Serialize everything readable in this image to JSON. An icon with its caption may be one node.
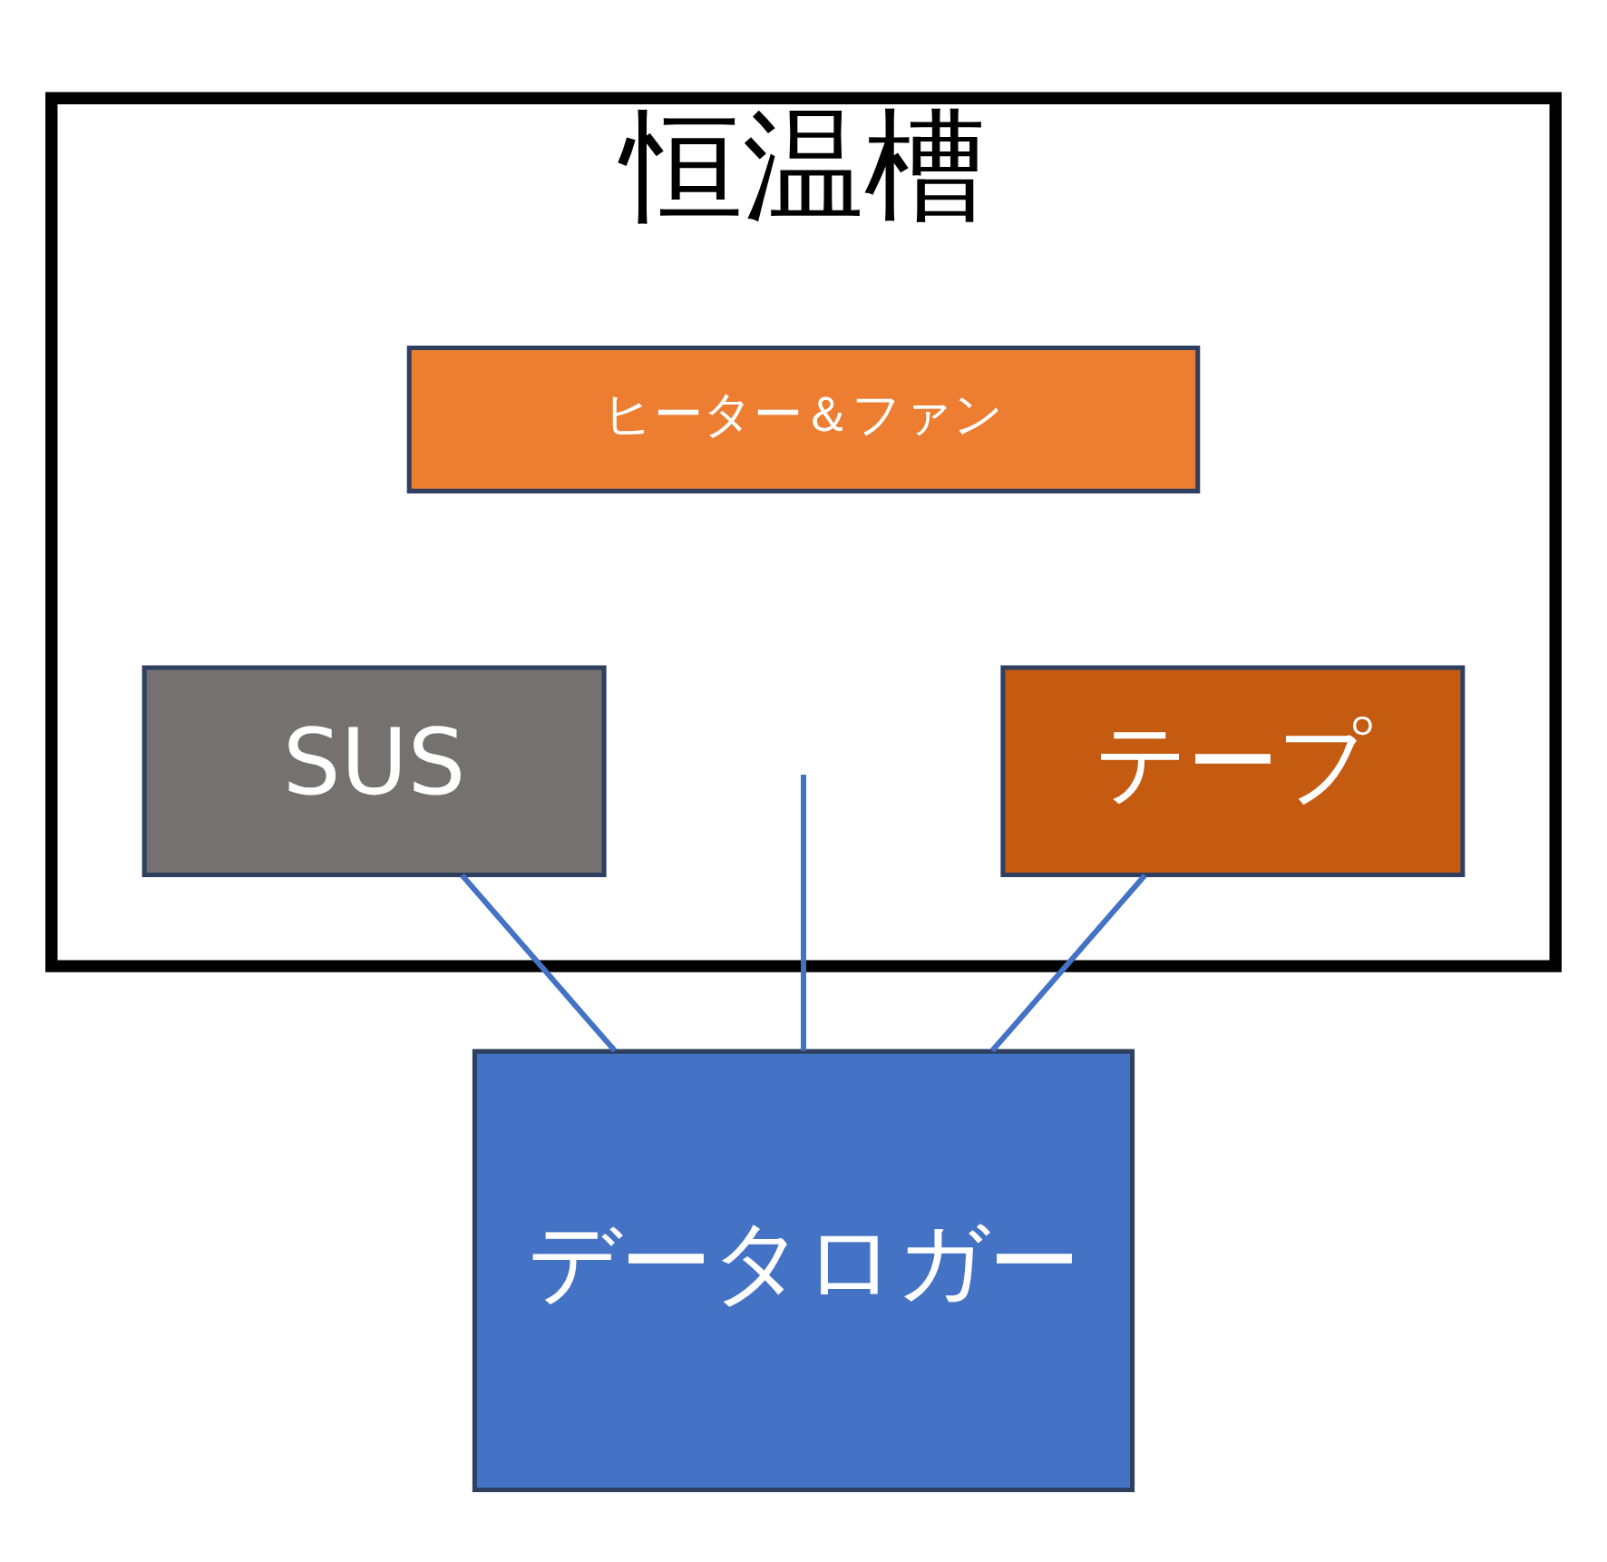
{
  "diagram": {
    "nodes": [
      {
        "text": [
          "恒温槽"
        ]
      },
      {
        "text": [
          "ヒーター＆ファン"
        ],
        "in": 0
      },
      {
        "text": [
          "SUS"
        ],
        "in": 0
      },
      {
        "text": [
          "テープ"
        ],
        "in": 0
      },
      {
        "text": [
          "データロガー"
        ]
      }
    ],
    "edges": [
      {
        "from": 2,
        "to": 4,
        "arrow": "none"
      },
      {
        "from": null,
        "to": 4,
        "arrow": "none"
      },
      {
        "from": 3,
        "to": 4,
        "arrow": "none"
      }
    ]
  }
}
